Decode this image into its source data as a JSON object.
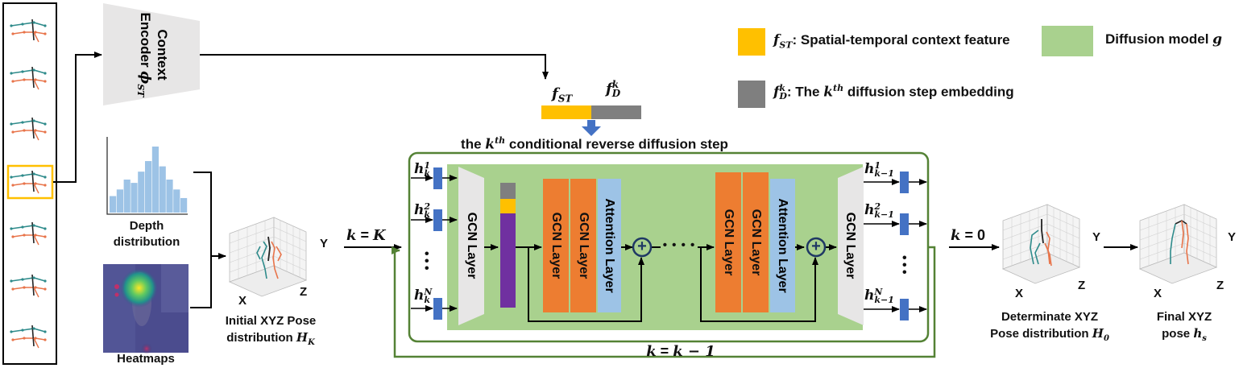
{
  "context_encoder": {
    "line1": "Context",
    "line2": "Encoder",
    "symbol": "ϕ",
    "sub": "ST"
  },
  "legend": {
    "fst_symbol": "f",
    "fst_sub": "ST",
    "fst_text": ": Spatial-temporal context feature",
    "fd_symbol": "f",
    "fd_sub": "D",
    "fd_sup": "k",
    "fd_text_a": ":  The ",
    "fd_text_k": "k",
    "fd_text_th": "th",
    "fd_text_b": " diffusion step embedding",
    "diff_text": "Diffusion model ",
    "diff_symbol": "g",
    "color_fst": "#FFC000",
    "color_fd": "#7F7F7F",
    "color_diff": "#A9D18E"
  },
  "concat": {
    "fst": "f",
    "fst_sub": "ST",
    "fd": "f",
    "fd_sub": "D",
    "fd_sup": "k"
  },
  "step_title": {
    "pre": "the ",
    "k": "k",
    "th": "th",
    "post": " conditional reverse diffusion step"
  },
  "inputs": {
    "depth_label_1": "Depth",
    "depth_label_2": "distribution",
    "heatmap_label": "Heatmaps",
    "initial_1": "Initial XYZ Pose",
    "initial_2": "distribution ",
    "initial_sym": "H",
    "initial_sub": "K",
    "depth_hist": [
      0.25,
      0.35,
      0.5,
      0.45,
      0.62,
      0.78,
      1.0,
      0.7,
      0.5,
      0.35,
      0.22
    ]
  },
  "k_eq_K": {
    "k": "k",
    "eq": " = ",
    "K": "K"
  },
  "k_eq_0": {
    "k": "k",
    "eq": " = ",
    "zero": "0"
  },
  "loop_label": {
    "k": "k",
    "eq": " = ",
    "rhs": "k − 1"
  },
  "hk_in": [
    {
      "h": "h",
      "sub": "k",
      "sup": "1"
    },
    {
      "h": "h",
      "sub": "k",
      "sup": "2"
    },
    {
      "h": "h",
      "sub": "k",
      "sup": "N"
    }
  ],
  "hk_out": [
    {
      "h": "h",
      "sub": "k−1",
      "sup": "1"
    },
    {
      "h": "h",
      "sub": "k−1",
      "sup": "2"
    },
    {
      "h": "h",
      "sub": "k−1",
      "sup": "N"
    }
  ],
  "layers": {
    "gcn": "GCN Layer",
    "attn": "Attention Layer",
    "plus": "+",
    "ellipsis": "• • • •"
  },
  "dots_vertical": "•\n•\n•",
  "axes": {
    "x": "X",
    "y": "Y",
    "z": "Z"
  },
  "outputs": {
    "det_1": "Determinate XYZ",
    "det_2": "Pose distribution ",
    "det_sym": "H",
    "det_sub": "0",
    "final_1": "Final XYZ",
    "final_2": "pose ",
    "final_sym": "h",
    "final_sub": "s"
  },
  "colors": {
    "gcn_orange": "#ED7D31",
    "attn_blue": "#9DC3E6",
    "node_blue": "#4472C4",
    "green_border": "#548235",
    "purple": "#7030A0",
    "grey_trap": "#E7E6E6",
    "hist_blue": "#9DC3E6"
  }
}
